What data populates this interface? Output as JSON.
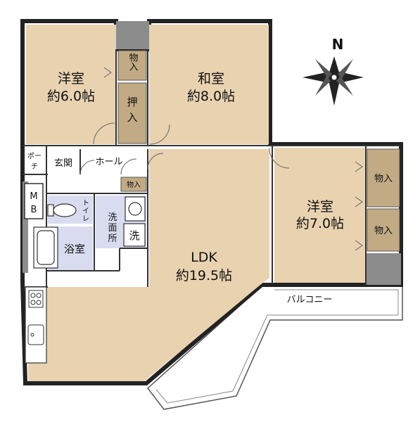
{
  "compass": {
    "north_label": "N"
  },
  "rooms": {
    "western1": {
      "name": "洋室",
      "size": "約6.0帖"
    },
    "japanese": {
      "name": "和室",
      "size": "約8.0帖"
    },
    "western2": {
      "name": "洋室",
      "size": "約7.0帖"
    },
    "ldk": {
      "name": "LDK",
      "size": "約19.5帖"
    }
  },
  "labels": {
    "storage": "物入",
    "oshiire_1": "押",
    "oshiire_2": "入",
    "porch_1": "ポー",
    "porch_2": "チ",
    "entrance": "玄関",
    "hall": "ホール",
    "mb_1": "M",
    "mb_2": "B",
    "toilet_1": "ト",
    "toilet_2": "イ",
    "toilet_3": "レ",
    "washroom_1": "洗",
    "washroom_2": "面",
    "washroom_3": "所",
    "washer": "洗",
    "bath": "浴室",
    "balcony": "バルコニー"
  },
  "colors": {
    "room_fill": "#e8d2b0",
    "wet_fill": "#d9dcef",
    "storage_fill": "#c2ab84",
    "wall": "#8c8c8c"
  }
}
